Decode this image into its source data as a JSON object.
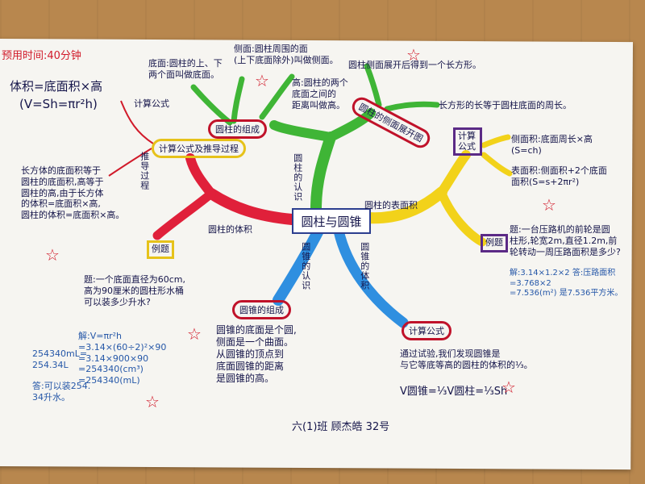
{
  "header_time": "预用时间:40分钟",
  "central_topic": "圆柱与圆锥",
  "cylinder_volume": {
    "formula_line1": "体积=底面积×高",
    "formula_line2": "(V=Sh=πr²h)",
    "calc_formula_label": "计算公式",
    "derivation_label": "计算公式及推导过程",
    "derivation_vertical": "推导过程",
    "derivation_text": "长方体的底面积等于\n圆柱的底面积,高等于\n圆柱的高,由于长方体\n的体积=底面积×高,\n圆柱的体积=底面积×高。",
    "branch_label": "圆柱的体积",
    "example_label": "例题",
    "example_question": "题:一个底面直径为60cm,\n高为90厘米的圆柱形水桶\n可以装多少升水?",
    "solution_lines": "解:V=πr²h\n=3.14×(60÷2)²×90\n=3.14×900×90\n=254340(cm³)\n=254340(mL)",
    "conversion": "254340mL=\n254.34L",
    "answer": "答:可以装254.\n34升水。"
  },
  "cylinder_understanding": {
    "vertical_label": "圆柱的认识",
    "composition_label": "圆柱的组成",
    "base_text": "底面:圆柱的上、下\n两个面叫做底面。",
    "lateral_text": "侧面:圆柱周围的面\n(上下底面除外)叫做侧面。",
    "height_text": "高:圆柱的两个\n底面之间的\n距离叫做高。",
    "unfold_label": "圆柱的侧面展开图",
    "unfold_text": "圆柱侧面展开后得到一个长方形。",
    "rect_text": "长方形的长等于圆柱底面的周长。"
  },
  "cylinder_surface": {
    "branch_label": "圆柱的表面积",
    "calc_label": "计算公式",
    "lateral_area": "侧面积:底面周长×高\n(S=ch)",
    "surface_area": "表面积:侧面积+2个底面\n面积(S=s+2πr²)",
    "example_label": "例题",
    "example_question": "题:一台压路机的前轮是圆\n柱形,轮宽2m,直径1.2m,前\n轮转动一周压路面积是多少?",
    "solution": "解:3.14×1.2×2 答:压路面积\n=3.768×2\n=7.536(m²) 是7.536平方米。"
  },
  "cone_understanding": {
    "vertical_label": "圆锥的认识",
    "composition_label": "圆锥的组成",
    "text": "圆锥的底面是个圆,\n侧面是一个曲面。\n从圆锥的顶点到\n底面圆锥的距离\n是圆锥的高。"
  },
  "cone_volume": {
    "vertical_label": "圆锥的体积",
    "calc_label": "计算公式",
    "text": "通过试验,我们发现圆锥是\n与它等底等高的圆柱的体积的⅓。",
    "formula": "V圆锥=⅓V圆柱=⅓Sh"
  },
  "signature": "六(1)班 顾杰皓 32号",
  "colors": {
    "red_branch": "#e0203a",
    "green_branch": "#3fb536",
    "blue_branch": "#2f8fe0",
    "yellow_branch": "#f2d21a",
    "ink": "#15154a",
    "paper": "#f6f5f1",
    "wood": "#b8874e"
  }
}
